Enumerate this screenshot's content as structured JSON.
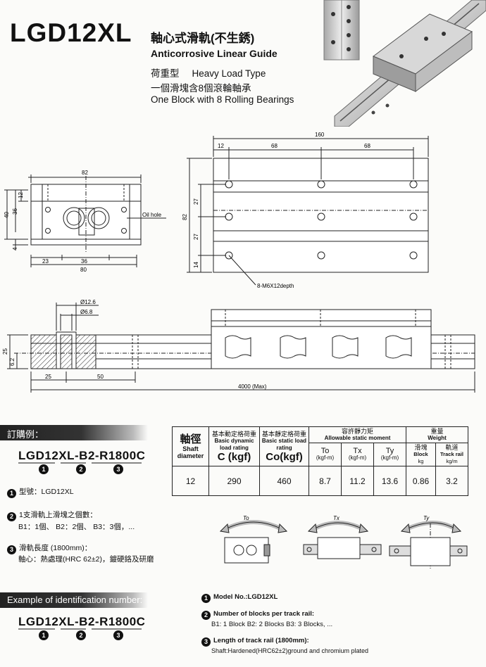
{
  "header": {
    "model": "LGD12XL",
    "title_cn": "軸心式滑軌(不生銹)",
    "title_en": "Anticorrosive Linear Guide",
    "type_cn": "荷重型",
    "type_en": "Heavy Load Type",
    "desc_cn": "一個滑塊含8個滾輪軸承",
    "desc_en": "One Block with 8 Rolling Bearings"
  },
  "drawing_front": {
    "width_top": "82",
    "width_bottom": "80",
    "height_40": "40",
    "height_36": "36",
    "height_12": "12",
    "height_4": "4",
    "offset_23": "23",
    "spacing_36": "36",
    "oil_hole": "Oil hole"
  },
  "drawing_top": {
    "length": "160",
    "end": "12",
    "pitch_1": "68",
    "pitch_2": "68",
    "width": "82",
    "row_27a": "27",
    "row_27b": "27",
    "edge_14": "14",
    "holes": "8-M6X12depth"
  },
  "drawing_side": {
    "dia_1": "Ø12.6",
    "dia_2": "Ø6.8",
    "height": "25",
    "center": "6.2",
    "start": "25",
    "pitch": "50",
    "length": "4000 (Max)"
  },
  "order": {
    "banner_cn": "訂購例：",
    "code": "LGD12XL-B2-R1800C",
    "marks": [
      "1",
      "2",
      "3"
    ],
    "note1_cn": "型號：LGD12XL",
    "note2_cn": "1支滑軌上滑塊之個數：",
    "note2_detail_cn": "B1：1個、 B2：2個、 B3：3個，...",
    "note3_cn": "滑軌長度 (1800mm)：",
    "note3_detail_cn": "軸心：熱處理(HRC 62±2)，鍍硬鉻及研磨",
    "banner_en": "Example of identification number:",
    "note1_en": "Model No.:LGD12XL",
    "note2_en": "Number of blocks per track rail:",
    "note2_detail_en": "B1: 1 Block  B2: 2 Blocks  B3: 3 Blocks, ...",
    "note3_en": "Length of track rail (1800mm):",
    "note3_detail_en": "Shaft:Hardened(HRC62±2)ground and chromium plated"
  },
  "spec_table": {
    "shaft_cn": "軸徑",
    "shaft_en": "Shaft diameter",
    "dyn_cn": "基本動定格荷重",
    "dyn_en": "Basic dynamic load rating",
    "dyn_unit": "C (kgf)",
    "sta_cn": "基本靜定格荷重",
    "sta_en": "Basic static load rating",
    "sta_unit": "Co(kgf)",
    "mom_cn": "容許靜力矩",
    "mom_en": "Allowable static moment",
    "to": "To",
    "tx": "Tx",
    "ty": "Ty",
    "mom_unit": "(kgf-m)",
    "wt_cn": "重量",
    "wt_en": "Weight",
    "block_cn": "滑塊",
    "block_en": "Block",
    "block_unit": "kg",
    "rail_cn": "軌道",
    "rail_en": "Track rail",
    "rail_unit": "kg/m",
    "values": {
      "shaft": "12",
      "c": "290",
      "co": "460",
      "to": "8.7",
      "tx": "11.2",
      "ty": "13.6",
      "block": "0.86",
      "rail": "3.2"
    },
    "icon_labels": [
      "To",
      "Tx",
      "Ty"
    ]
  }
}
